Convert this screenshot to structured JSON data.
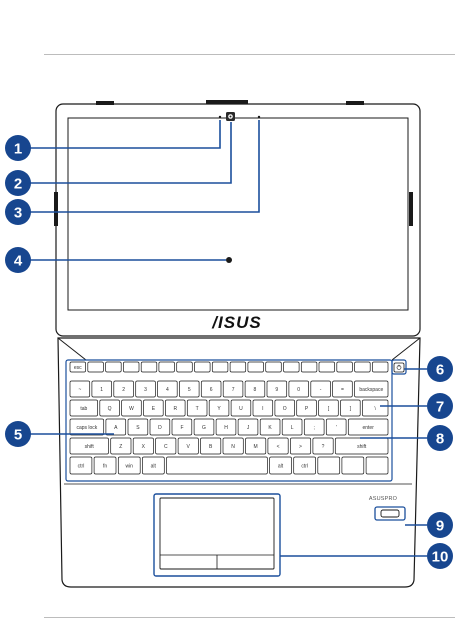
{
  "logo_text": "/ISUS",
  "brand_label": "ASUSPRO",
  "accent_color": "#1b4f9c",
  "callout_color": "#17468f",
  "callouts": [
    {
      "n": "1",
      "part": "microphone"
    },
    {
      "n": "2",
      "part": "camera"
    },
    {
      "n": "3",
      "part": "microphone"
    },
    {
      "n": "4",
      "part": "display"
    },
    {
      "n": "5",
      "part": "keyboard-left"
    },
    {
      "n": "6",
      "part": "power-button"
    },
    {
      "n": "7",
      "part": "keyboard"
    },
    {
      "n": "8",
      "part": "keyboard-right"
    },
    {
      "n": "9",
      "part": "fingerprint-sensor"
    },
    {
      "n": "10",
      "part": "touchpad"
    }
  ],
  "keyboard_rows": [
    [
      "esc",
      "",
      "",
      "",
      "",
      "",
      "",
      "",
      "",
      "",
      "",
      "",
      "",
      "",
      "",
      "",
      "",
      ""
    ],
    [
      "~",
      "1",
      "2",
      "3",
      "4",
      "5",
      "6",
      "7",
      "8",
      "9",
      "0",
      "-",
      "=",
      "backspace"
    ],
    [
      "tab",
      "Q",
      "W",
      "E",
      "R",
      "T",
      "Y",
      "U",
      "I",
      "O",
      "P",
      "[",
      "]",
      "\\"
    ],
    [
      "caps lock",
      "A",
      "S",
      "D",
      "F",
      "G",
      "H",
      "J",
      "K",
      "L",
      ";",
      "'",
      "enter"
    ],
    [
      "shift",
      "Z",
      "X",
      "C",
      "V",
      "B",
      "N",
      "M",
      "<",
      ">",
      "?",
      "shift"
    ],
    [
      "ctrl",
      "fn",
      "win",
      "alt",
      "",
      "alt",
      "ctrl",
      "",
      "",
      ""
    ]
  ]
}
